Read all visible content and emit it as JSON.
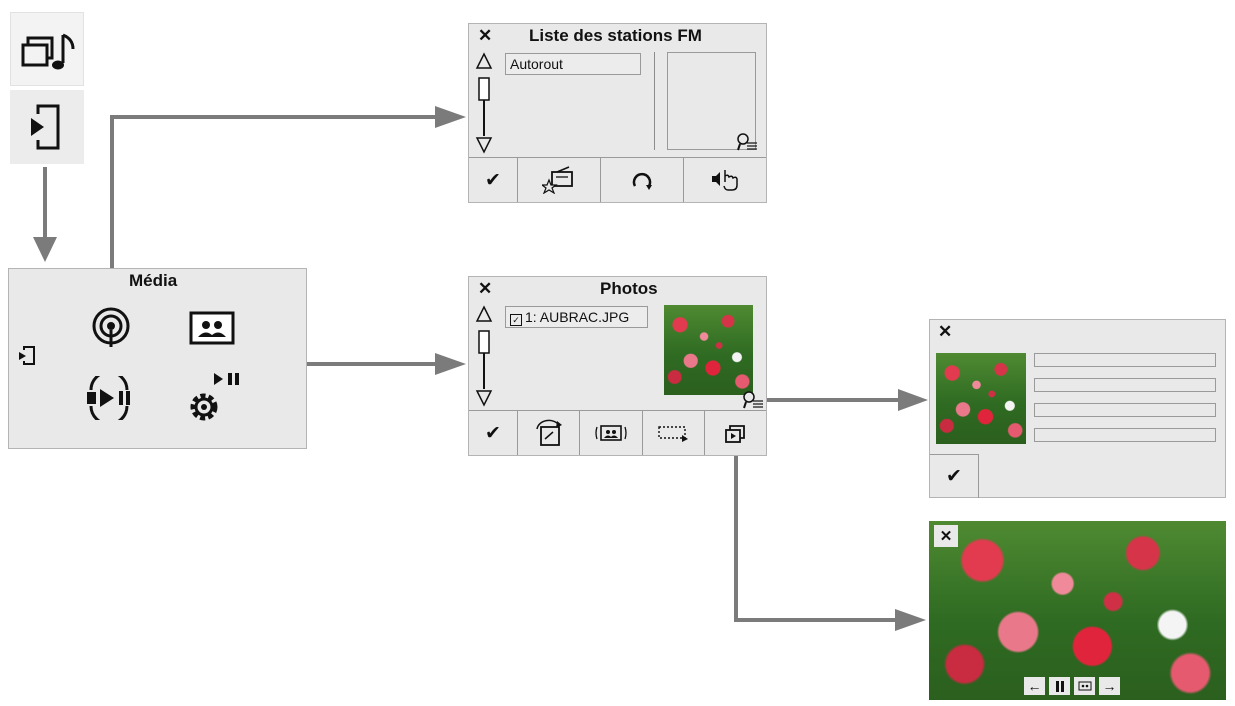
{
  "media_menu": {
    "title": "Média"
  },
  "fm_list": {
    "title": "Liste des stations FM",
    "station": "Autorout"
  },
  "photos": {
    "title": "Photos",
    "file": "1: AUBRAC.JPG"
  },
  "colors": {
    "panel": "#e9e9e9",
    "arrow": "#7b7b7b",
    "border": "#b4b4b4"
  },
  "icons": {
    "media_source": "media-music-icon",
    "input": "input-source-icon",
    "radio": "radio-broadcast-icon",
    "photos": "photos-icon",
    "player": "play-icon",
    "settings": "settings-play-pause-icon",
    "confirm": "checkmark-icon",
    "close": "close-icon",
    "zoom": "zoom-info-icon"
  }
}
